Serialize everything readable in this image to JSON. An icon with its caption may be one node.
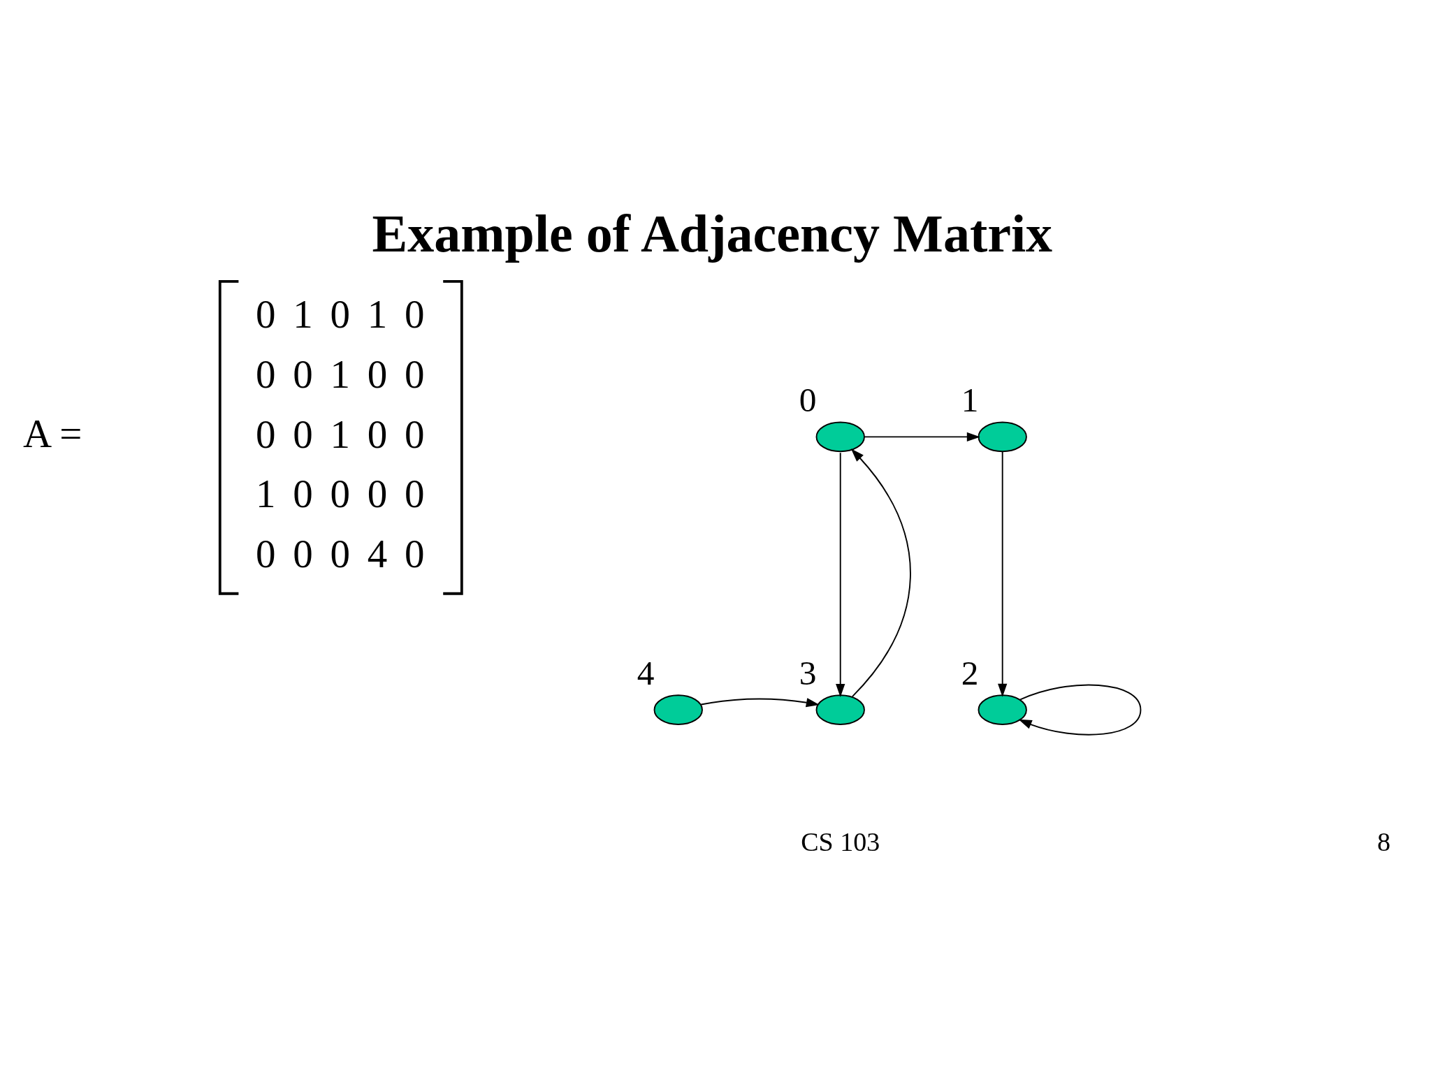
{
  "diagram": {
    "title": "Example of Adjacency Matrix",
    "nodes": [
      {
        "text": [],
        "shape": "ellipse",
        "beside": [
          "0"
        ]
      },
      {
        "text": [],
        "shape": "ellipse",
        "beside": [
          "1"
        ]
      },
      {
        "text": [],
        "shape": "ellipse",
        "beside": [
          "2"
        ]
      },
      {
        "text": [],
        "shape": "ellipse",
        "beside": [
          "3"
        ]
      },
      {
        "text": [],
        "shape": "ellipse",
        "beside": [
          "4"
        ]
      }
    ],
    "edges": [
      {
        "from": 0,
        "to": 1,
        "arrow": "to"
      },
      {
        "from": 1,
        "to": 2,
        "arrow": "to"
      },
      {
        "from": 2,
        "to": 2,
        "arrow": "to"
      },
      {
        "from": 0,
        "to": 3,
        "arrow": "to"
      },
      {
        "from": 3,
        "to": 0,
        "arrow": "to"
      },
      {
        "from": 4,
        "to": 3,
        "arrow": "to"
      }
    ],
    "labels": [
      "A =",
      "0",
      "1",
      "0",
      "1",
      "0",
      "0",
      "0",
      "1",
      "0",
      "0",
      "0",
      "0",
      "1",
      "0",
      "0",
      "1",
      "0",
      "0",
      "0",
      "0",
      "0",
      "0",
      "0",
      "4",
      "0",
      "CS 103",
      "8"
    ]
  }
}
